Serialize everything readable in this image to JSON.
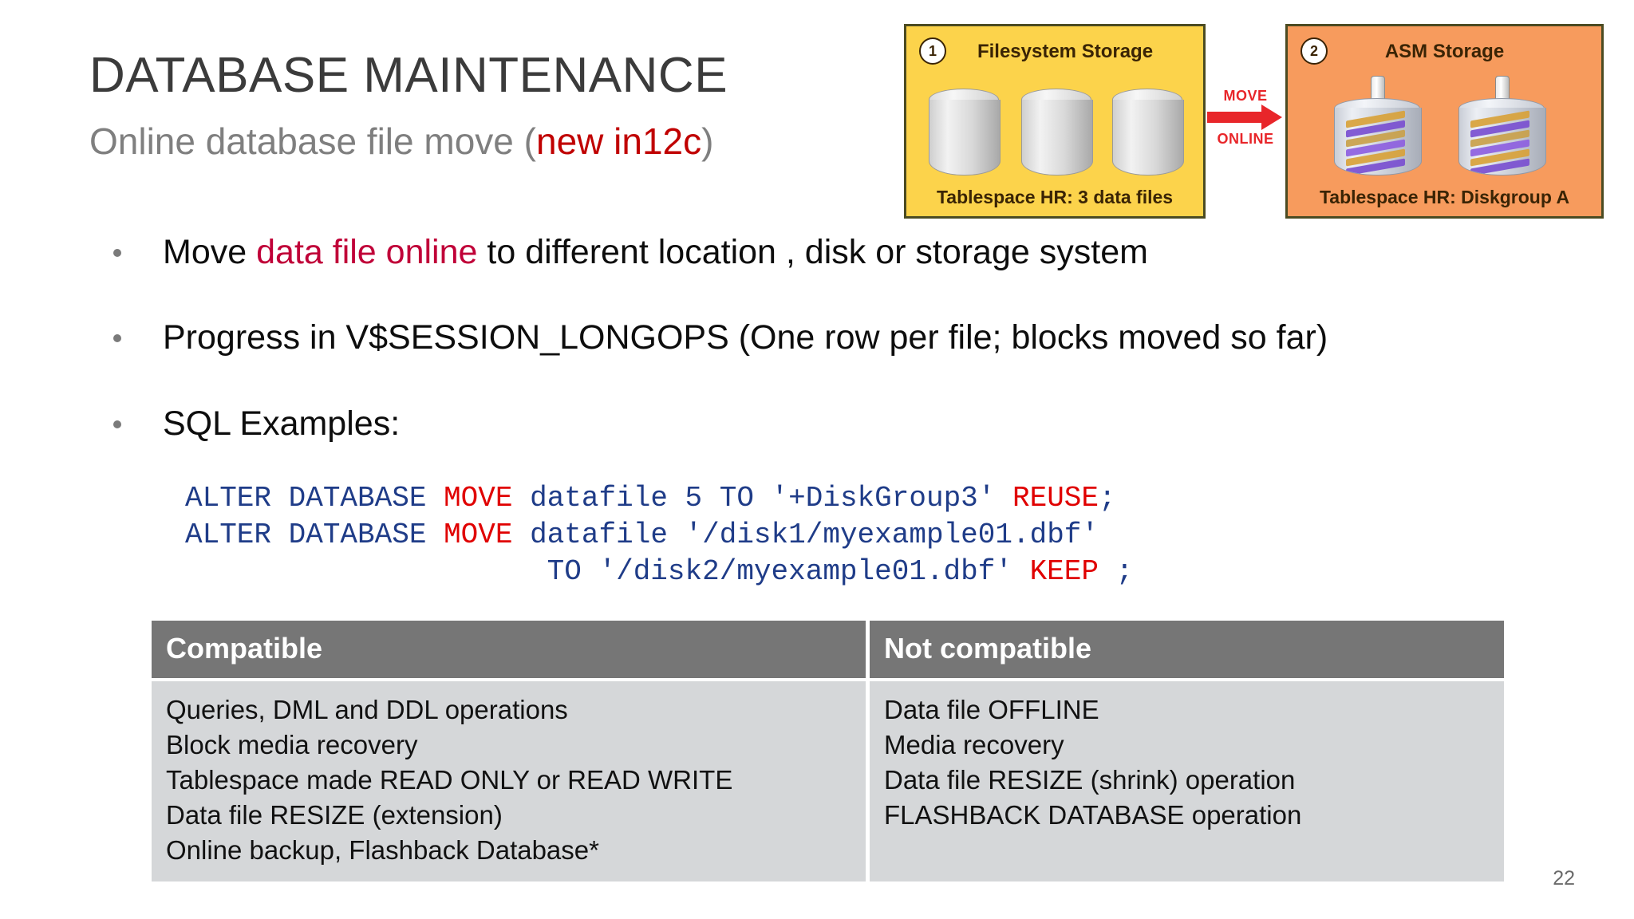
{
  "slide": {
    "title": "DATABASE MAINTENANCE",
    "subtitle_plain_before": "Online database file move (",
    "subtitle_highlight": "new in12c",
    "subtitle_plain_after": ")",
    "page_number": "22",
    "colors": {
      "title": "#3b3b3b",
      "subtitle": "#7f7f7f",
      "accent_red": "#c00000",
      "bullet_highlight": "#c00038",
      "code_navy": "#1f3c88",
      "code_keyword_red": "#e00000",
      "table_header_bg": "#767676",
      "table_body_bg": "#d5d7d9",
      "diagram_left_bg": "#fcd34b",
      "diagram_right_bg": "#f79b5d",
      "arrow_red": "#e8262a"
    }
  },
  "diagram": {
    "left": {
      "badge": "1",
      "title": "Filesystem Storage",
      "caption": "Tablespace HR: 3 data files",
      "drum_count": 3
    },
    "arrow": {
      "label_top": "MOVE",
      "label_bottom": "ONLINE"
    },
    "right": {
      "badge": "2",
      "title": "ASM Storage",
      "caption": "Tablespace HR: Diskgroup A",
      "disk_count": 2
    }
  },
  "bullets": [
    {
      "before": "Move ",
      "highlight": "data file online",
      "after": " to different location , disk or storage system"
    },
    {
      "before": "Progress in V$SESSION_LONGOPS (One row per file; blocks moved so far)",
      "highlight": "",
      "after": ""
    },
    {
      "before": "SQL Examples:",
      "highlight": "",
      "after": ""
    }
  ],
  "code": {
    "line1": {
      "p1": "ALTER DATABASE ",
      "k1": "MOVE",
      "p2": " datafile 5 TO '+DiskGroup3' ",
      "k2": "REUSE",
      "p3": ";"
    },
    "line2": {
      "p1": "ALTER DATABASE ",
      "k1": "MOVE",
      "p2": " datafile '/disk1/myexample01.dbf'",
      "k2": "",
      "p3": ""
    },
    "line3": {
      "p1": "                     TO '/disk2/myexample01.dbf' ",
      "k1": "KEEP",
      "p2": " ;",
      "k2": "",
      "p3": ""
    }
  },
  "table": {
    "headers": [
      "Compatible",
      "Not compatible"
    ],
    "columns": [
      [
        "Queries, DML and DDL operations",
        "Block media recovery",
        "Tablespace made READ ONLY or READ WRITE",
        "Data file RESIZE (extension)",
        "Online backup, Flashback Database*"
      ],
      [
        "Data file OFFLINE",
        "Media recovery",
        "Data file RESIZE (shrink) operation",
        "FLASHBACK DATABASE operation"
      ]
    ]
  }
}
